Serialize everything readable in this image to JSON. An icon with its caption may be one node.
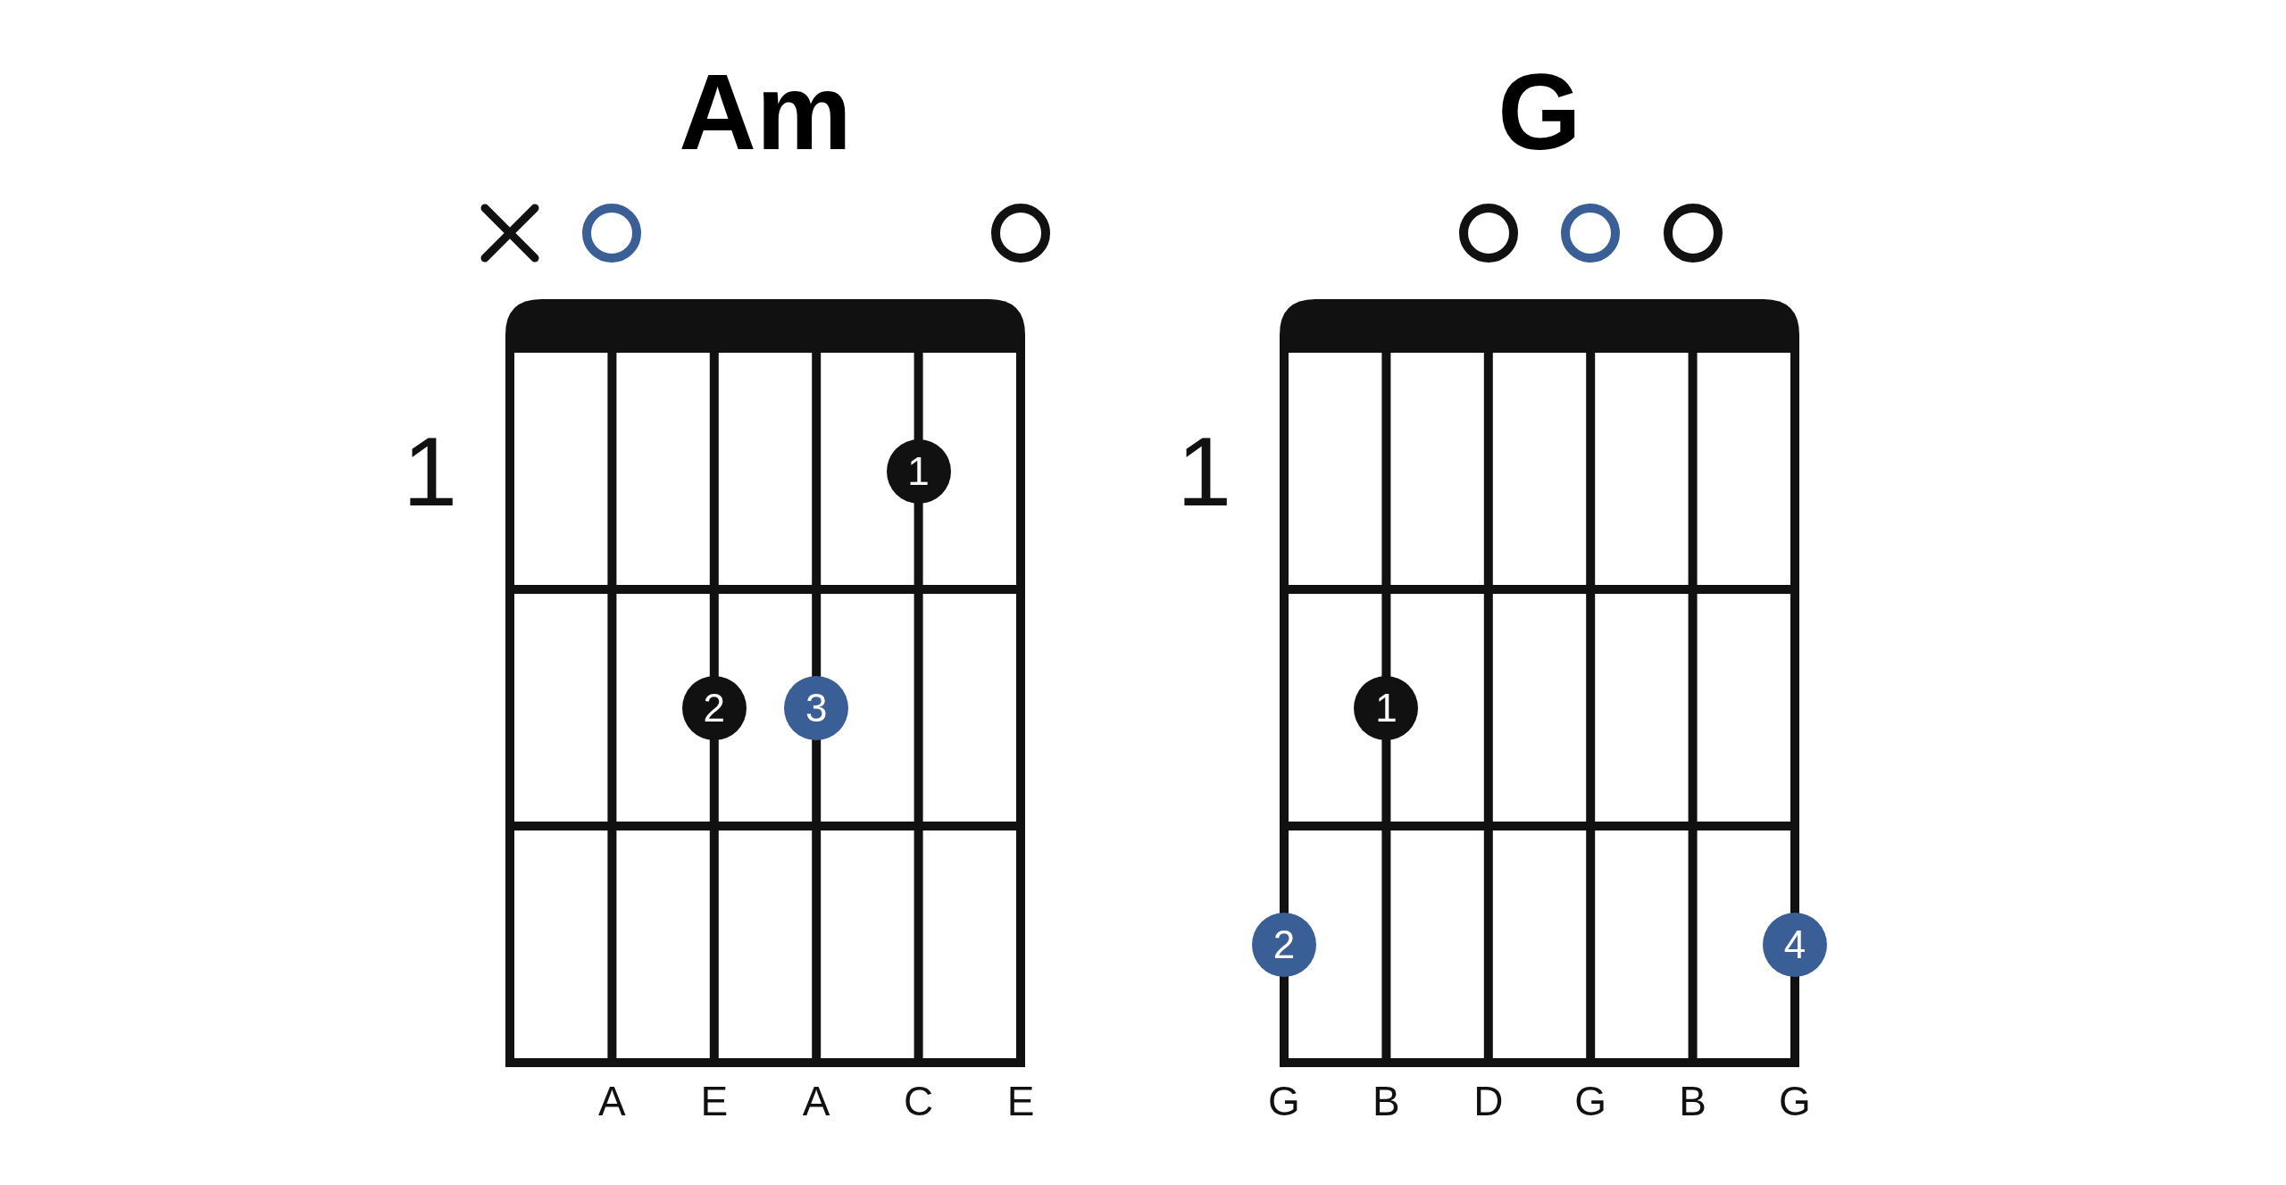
{
  "diagram": {
    "nodes": [
      {
        "text": [
          "Am"
        ],
        "beside": [
          "1"
        ]
      },
      {
        "text": [],
        "shape": "cross",
        "in": 0
      },
      {
        "text": [],
        "shape": "circle",
        "in": 0
      },
      {
        "text": [],
        "shape": "circle",
        "in": 0
      },
      {
        "text": [
          "1"
        ],
        "in": 0
      },
      {
        "text": [
          "2"
        ],
        "in": 0
      },
      {
        "text": [
          "3"
        ],
        "in": 0
      },
      {
        "text": [
          "G"
        ],
        "beside": [
          "1"
        ]
      },
      {
        "text": [],
        "shape": "circle",
        "in": 7
      },
      {
        "text": [],
        "shape": "circle",
        "in": 7
      },
      {
        "text": [],
        "shape": "circle",
        "in": 7
      },
      {
        "text": [
          "1"
        ],
        "in": 7
      },
      {
        "text": [
          "2"
        ],
        "in": 7
      },
      {
        "text": [
          "4"
        ],
        "in": 7
      }
    ],
    "labels": [
      "A",
      "E",
      "A",
      "C",
      "E",
      "G",
      "B",
      "D",
      "G",
      "B",
      "G"
    ]
  }
}
